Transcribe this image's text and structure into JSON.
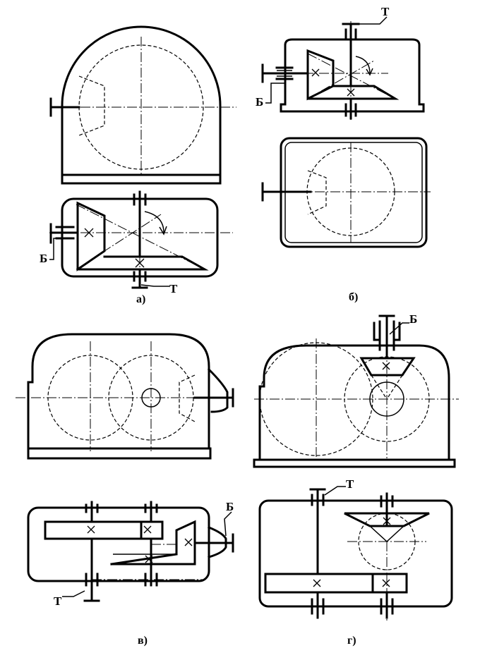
{
  "labels": {
    "a": {
      "caption": "а)",
      "input": "Б",
      "output": "Т"
    },
    "b": {
      "caption": "б)",
      "input": "Б",
      "output": "Т"
    },
    "v": {
      "caption": "в)",
      "input": "Б",
      "output": "Т"
    },
    "g": {
      "caption": "г)",
      "input": "Б",
      "output": "Т"
    }
  }
}
